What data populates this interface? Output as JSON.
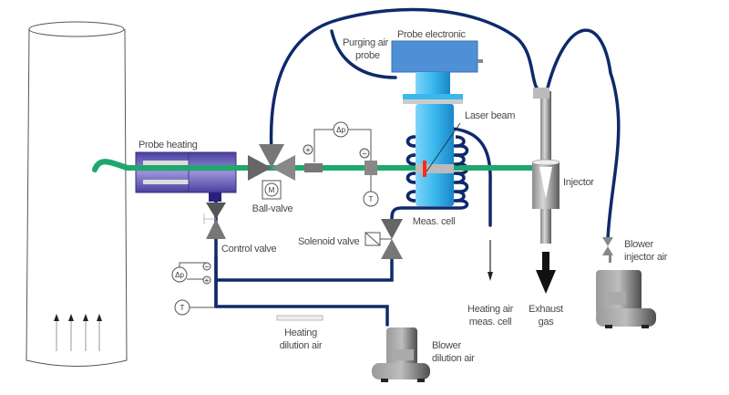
{
  "diagram": {
    "title": "Probe sampling system schematic",
    "colors": {
      "sample_line": "#1ea86c",
      "air_hose": "#0f2a6b",
      "probe_heating": "#6a60b8",
      "probe_electronic": "#4f8fd6",
      "meas_cell": "#3ab8ee",
      "laser": "#ff2a1a",
      "valve": "#777777"
    },
    "labels": {
      "probe_heating": "Probe heating",
      "purging_air_line1": "Purging air",
      "purging_air_line2": "probe",
      "probe_electronic": "Probe electronic",
      "laser_beam": "Laser beam",
      "delta_p_top": "Δp",
      "plus": "+",
      "minus": "−",
      "motor": "M",
      "ball_valve": "Ball-valve",
      "temp_top": "T",
      "meas_cell": "Meas. cell",
      "injector": "Injector",
      "solenoid_valve": "Solenoid valve",
      "control_valve": "Control valve",
      "delta_p_left": "Δp",
      "temp_left": "T",
      "heating_dilution_line1": "Heating",
      "heating_dilution_line2": "dilution air",
      "blower_dilution_line1": "Blower",
      "blower_dilution_line2": "dilution air",
      "heating_air_line1": "Heating air",
      "heating_air_line2": "meas. cell",
      "exhaust_line1": "Exhaust",
      "exhaust_line2": "gas",
      "blower_injector_line1": "Blower",
      "blower_injector_line2": "injector air"
    },
    "stack_flow_arrows": 4
  }
}
